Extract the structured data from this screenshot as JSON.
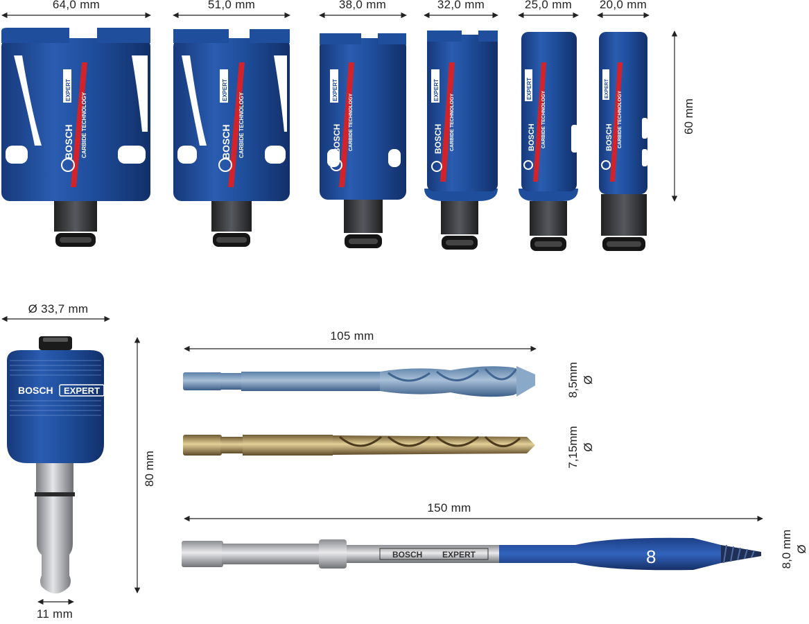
{
  "colors": {
    "blue": "#1f4e9c",
    "blue_dark": "#173d7c",
    "blue_light": "#3a6cc0",
    "red": "#d2232a",
    "steel": "#3d3f44",
    "gold": "#b89a5a",
    "dim_line": "#222222"
  },
  "brand": {
    "name": "BOSCH",
    "line": "EXPERT",
    "tagline": "CARBIDE TECHNOLOGY"
  },
  "hole_saws": [
    {
      "diameter": "64,0 mm"
    },
    {
      "diameter": "51,0 mm"
    },
    {
      "diameter": "38,0 mm"
    },
    {
      "diameter": "32,0 mm"
    },
    {
      "diameter": "25,0 mm"
    },
    {
      "diameter": "20,0 mm"
    }
  ],
  "hole_saw_height": "60 mm",
  "adapter": {
    "diameter": "Ø 33,7 mm",
    "length": "80 mm",
    "shank": "11 mm"
  },
  "drill_bits": [
    {
      "length": "105 mm",
      "diameter": "8,5mm",
      "symbol": "Ø"
    },
    {
      "diameter": "7,15mm",
      "symbol": "Ø"
    }
  ],
  "spade_bit": {
    "length": "150 mm",
    "diameter": "8,0 mm",
    "symbol": "Ø",
    "size_mark": "8"
  }
}
